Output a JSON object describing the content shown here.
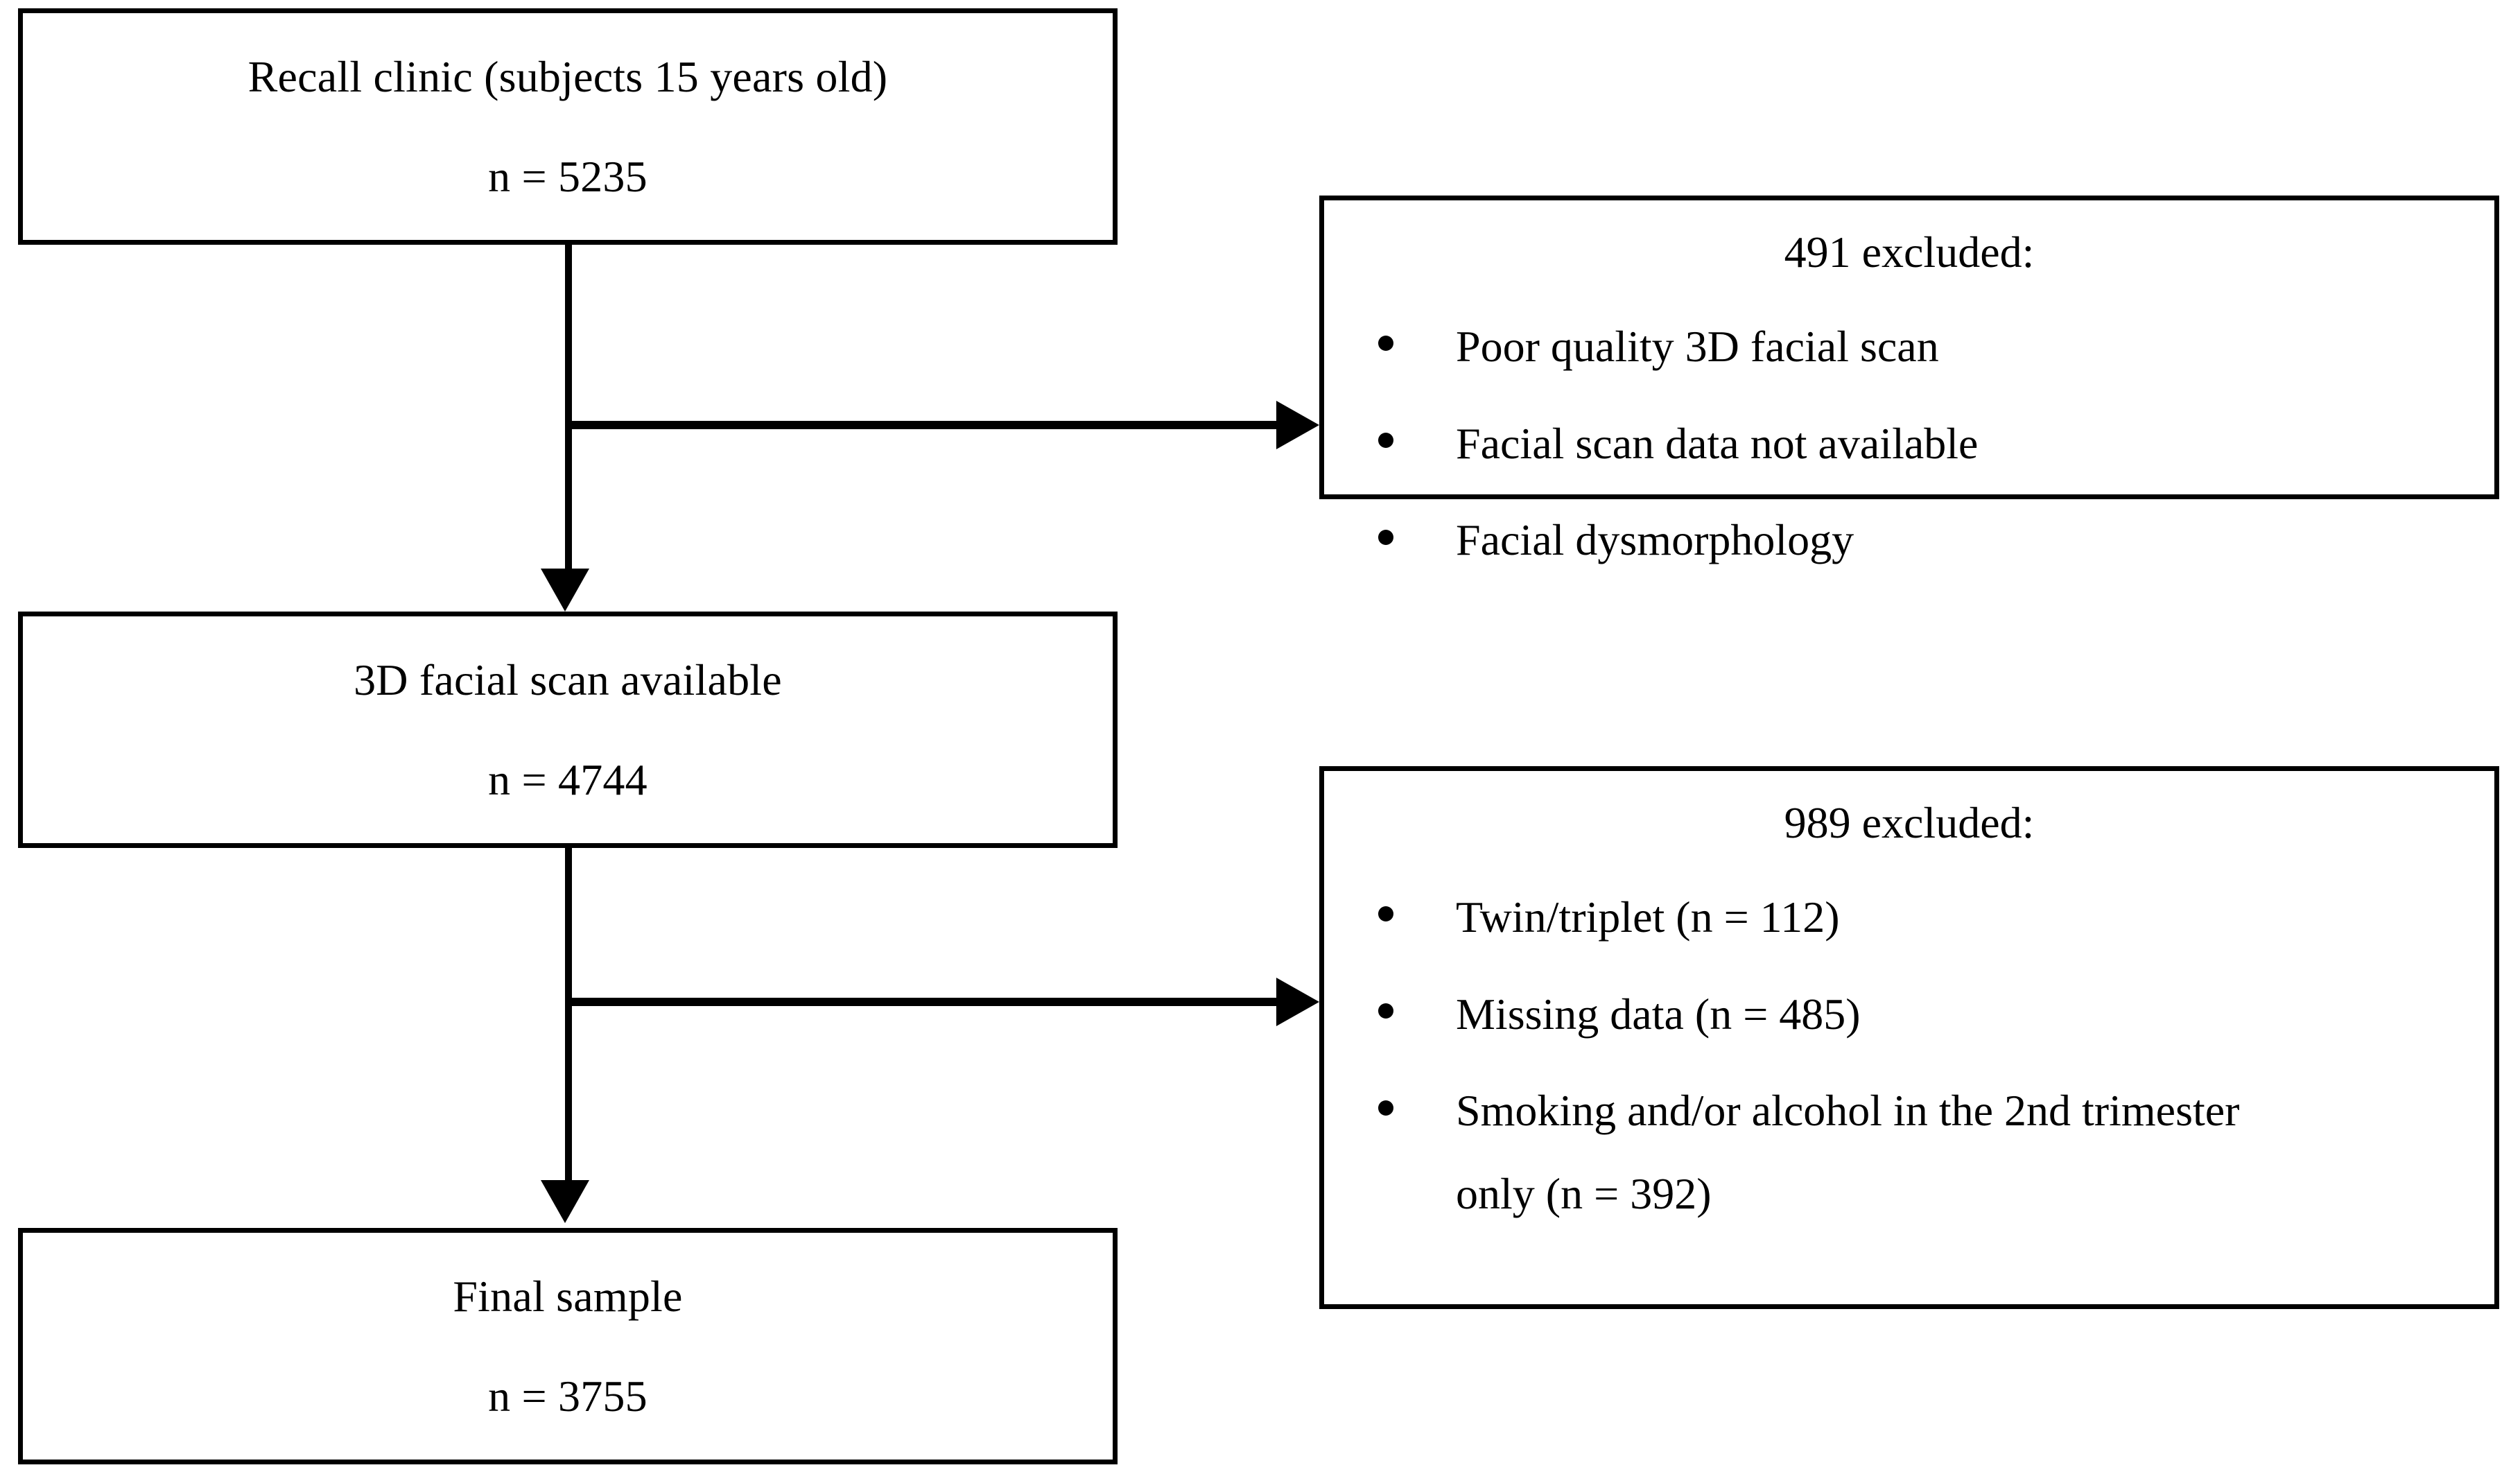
{
  "diagram": {
    "type": "participant-flow-diagram",
    "nodes": [
      {
        "id": "recall-clinic",
        "title": "Recall clinic (subjects 15 years old)",
        "count_label": "n = 5235",
        "n": 5235
      },
      {
        "id": "facial-scan-available",
        "title": "3D facial scan available",
        "count_label": "n = 4744",
        "n": 4744
      },
      {
        "id": "final-sample",
        "title": "Final sample",
        "count_label": "n = 3755",
        "n": 3755
      }
    ],
    "exclusions": [
      {
        "id": "exclusion-1",
        "title": "491 excluded:",
        "n": 491,
        "items": [
          {
            "text": "Poor quality 3D facial scan"
          },
          {
            "text": "Facial scan data not available"
          },
          {
            "text": "Facial dysmorphology"
          }
        ]
      },
      {
        "id": "exclusion-2",
        "title": "989 excluded:",
        "n": 989,
        "items": [
          {
            "text": "Twin/triplet (n = 112)"
          },
          {
            "text": "Missing data (n = 485)"
          },
          {
            "text": "Smoking and/or alcohol in the 2nd trimester",
            "wrap": "only (n = 392)"
          }
        ]
      }
    ],
    "colors": {
      "stroke": "#000000",
      "background": "#ffffff",
      "text": "#000000"
    }
  }
}
